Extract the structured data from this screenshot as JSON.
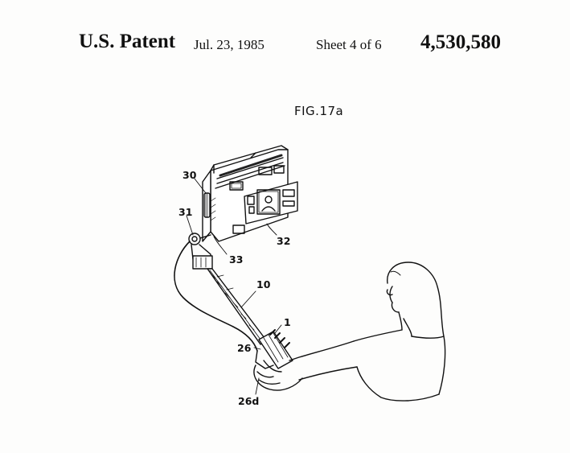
{
  "header": {
    "title": "U.S. Patent",
    "date": "Jul. 23, 1985",
    "sheet": "Sheet 4 of 6",
    "patent_number": "4,530,580"
  },
  "figure": {
    "label": "FIG.17a",
    "reference_numerals": {
      "n30": "30",
      "n31": "31",
      "n32": "32",
      "n33": "33",
      "n10": "10",
      "n1": "1",
      "n26": "26",
      "n26d": "26d"
    }
  }
}
